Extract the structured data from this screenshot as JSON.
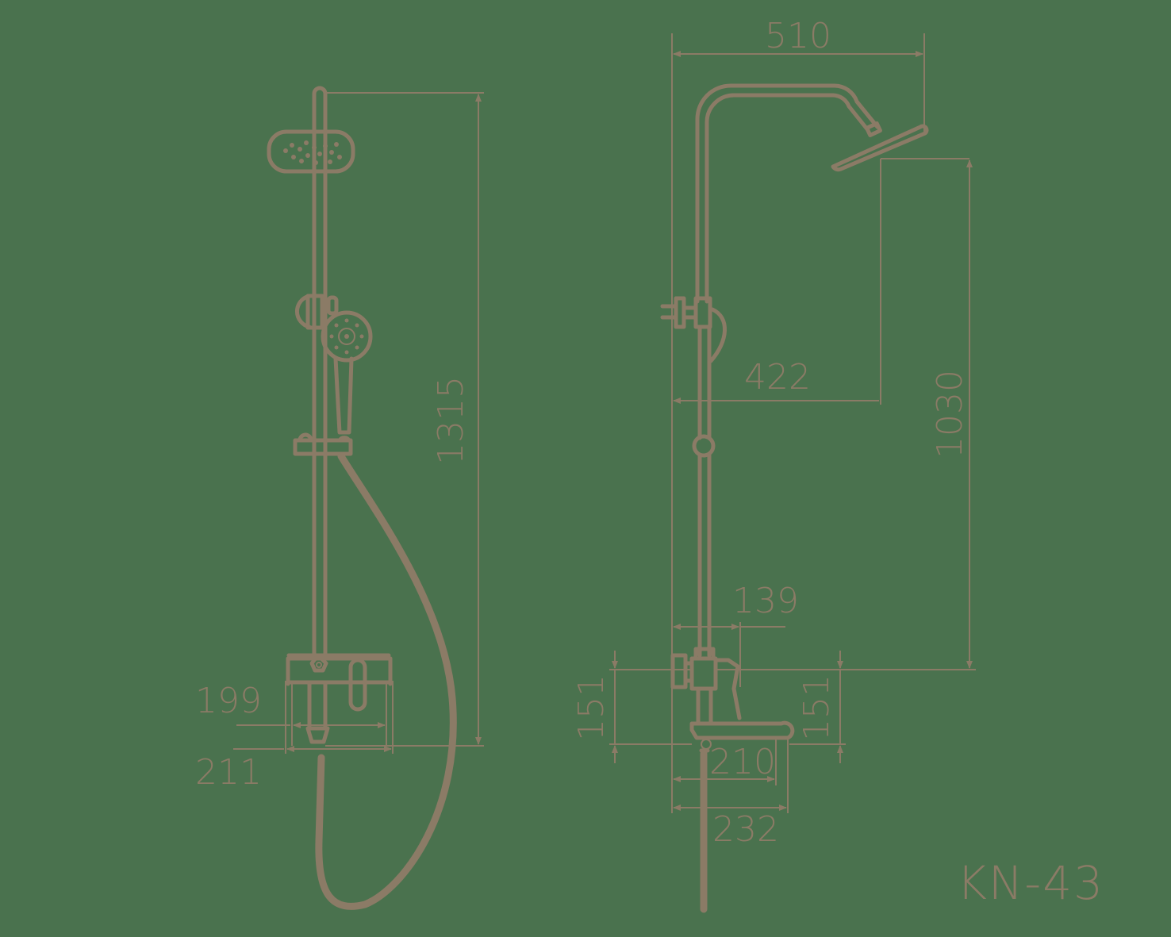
{
  "drawing": {
    "model": "KN-43",
    "colors": {
      "background": "#4a724e",
      "line": "#8b7b66"
    },
    "front_view": {
      "dimensions": {
        "overall_height": "1315",
        "mixer_inner_width": "199",
        "mixer_outer_width": "211"
      }
    },
    "side_view": {
      "dimensions": {
        "arm_width": "510",
        "head_projection": "422",
        "head_height_above_mixer": "1030",
        "mixer_depth": "139",
        "mixer_height_left": "151",
        "mixer_height_right": "151",
        "spout_length_inner": "210",
        "spout_length_outer": "232"
      }
    }
  }
}
